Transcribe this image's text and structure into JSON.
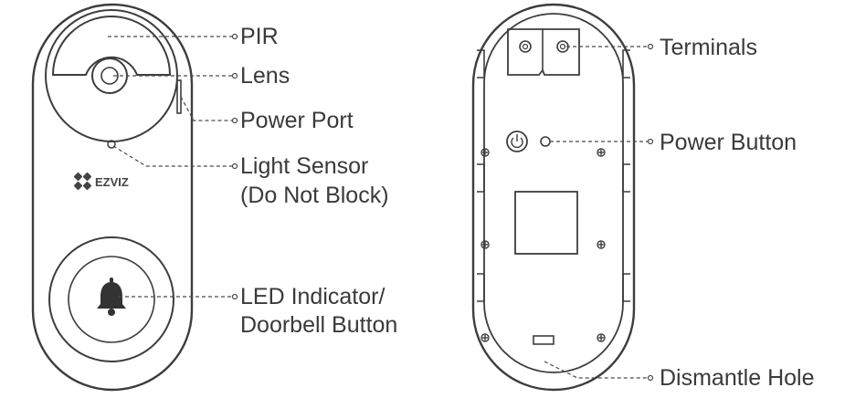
{
  "front_labels": {
    "pir": "PIR",
    "lens": "Lens",
    "power_port": "Power Port",
    "light_sensor_line1": "Light Sensor",
    "light_sensor_line2": "(Do Not Block)",
    "led_line1": "LED Indicator/",
    "led_line2": "Doorbell Button"
  },
  "back_labels": {
    "terminals": "Terminals",
    "power_button": "Power Button",
    "dismantle_hole": "Dismantle Hole"
  },
  "brand": {
    "logo_text": "EZVIZ"
  }
}
